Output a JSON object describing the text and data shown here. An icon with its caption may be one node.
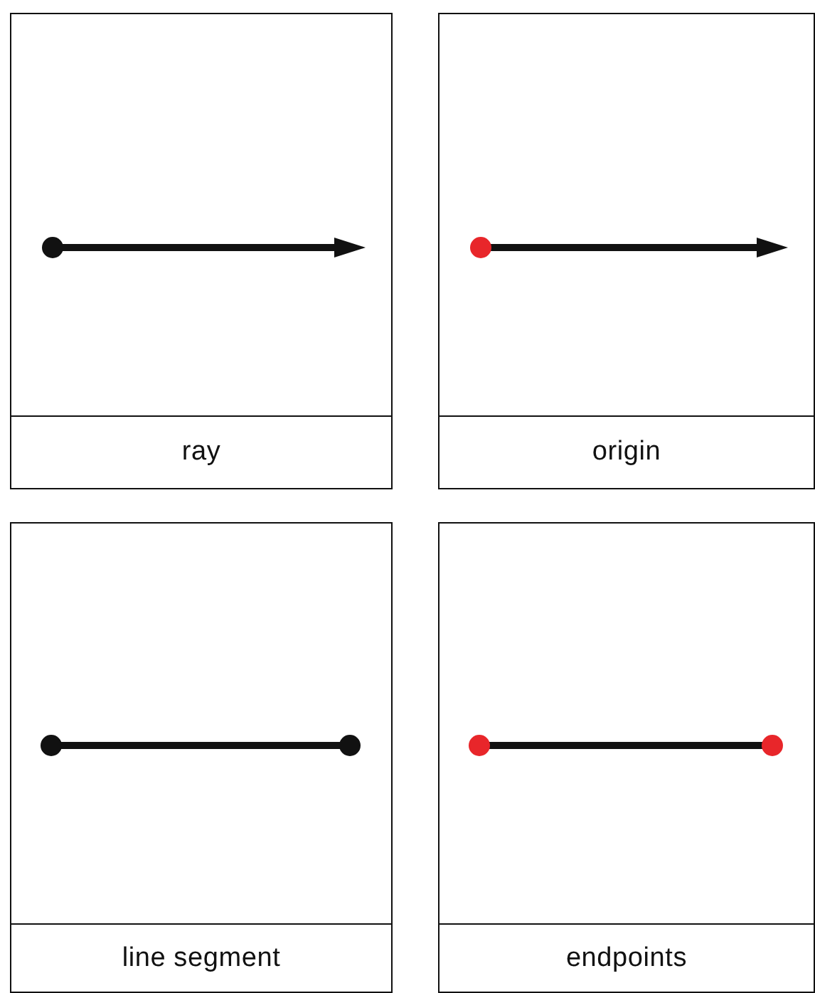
{
  "diagram": {
    "nodes": [
      {
        "text": [
          "ray"
        ]
      },
      {
        "text": [
          "origin"
        ]
      },
      {
        "text": [
          "line segment"
        ]
      },
      {
        "text": [
          "endpoints"
        ]
      }
    ]
  }
}
